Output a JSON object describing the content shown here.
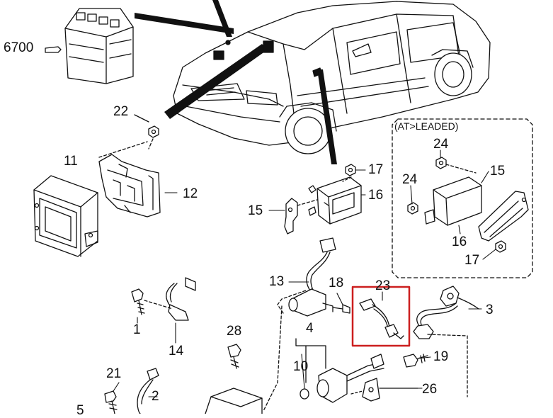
{
  "inset_label": "(AT>LEADED)",
  "callouts": {
    "c6700": "6700",
    "c22": "22",
    "c11": "11",
    "c12": "12",
    "c17a": "17",
    "c16a": "16",
    "c15a": "15",
    "c24a": "24",
    "c24b": "24",
    "c15b": "15",
    "c16b": "16",
    "c17b": "17",
    "c13": "13",
    "c18": "18",
    "c23": "23",
    "c3": "3",
    "c1": "1",
    "c14": "14",
    "c28": "28",
    "c4": "4",
    "c10": "10",
    "c19": "19",
    "c21": "21",
    "c2": "2",
    "c26": "26",
    "c5": "5"
  },
  "highlight_color": "#cc1f1f",
  "line_color": "#111111"
}
